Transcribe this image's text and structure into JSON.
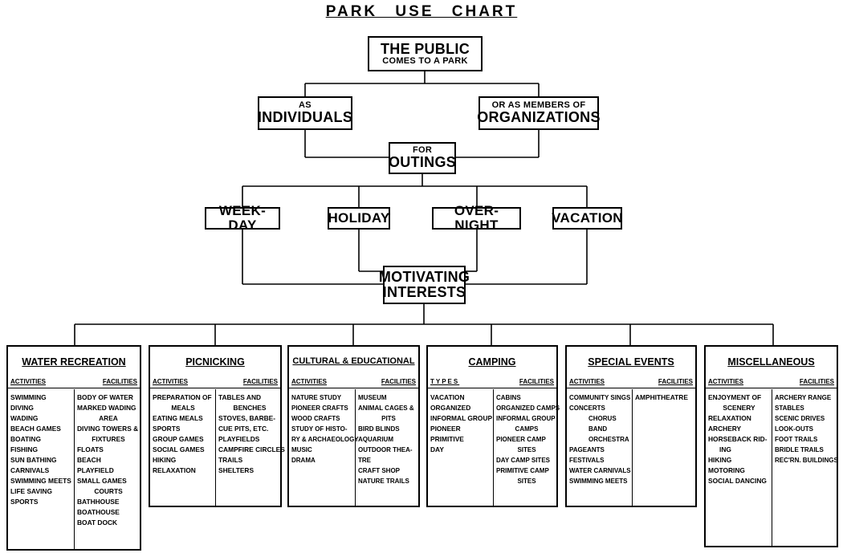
{
  "title": "PARK USE CHART",
  "nodes": {
    "public": {
      "line1": "THE PUBLIC",
      "line2": "COMES TO A PARK"
    },
    "individuals": {
      "line1": "AS",
      "line2": "INDIVIDUALS"
    },
    "organizations": {
      "line1": "OR AS MEMBERS OF",
      "line2": "ORGANIZATIONS"
    },
    "outings": {
      "line1": "FOR",
      "line2": "OUTINGS"
    },
    "weekday": {
      "label": "WEEK-DAY"
    },
    "holiday": {
      "label": "HOLIDAY"
    },
    "overnight": {
      "label": "OVER-NIGHT"
    },
    "vacation": {
      "label": "VACATION"
    },
    "motivating": {
      "line1": "MOTIVATING",
      "line2": "INTERESTS"
    }
  },
  "panels": [
    {
      "title": "WATER RECREATION",
      "left_header": "ACTIVITIES",
      "right_header": "FACILITIES",
      "left": [
        "SWIMMING",
        "DIVING",
        "WADING",
        "BEACH GAMES",
        "BOATING",
        "FISHING",
        "SUN BATHING",
        "CARNIVALS",
        "SWIMMING MEETS",
        "LIFE SAVING",
        "SPORTS"
      ],
      "right": [
        "BODY OF WATER",
        "MARKED WADING",
        "AREA",
        "DIVING TOWERS &",
        "FIXTURES",
        "FLOATS",
        "BEACH",
        "PLAYFIELD",
        "SMALL GAMES",
        "COURTS",
        "BATHHOUSE",
        "BOATHOUSE",
        "BOAT DOCK"
      ]
    },
    {
      "title": "PICNICKING",
      "left_header": "ACTIVITIES",
      "right_header": "FACILITIES",
      "left": [
        "PREPARATION OF",
        "MEALS",
        "EATING MEALS",
        "SPORTS",
        "GROUP GAMES",
        "SOCIAL GAMES",
        "HIKING",
        "RELAXATION"
      ],
      "right": [
        "TABLES AND",
        "BENCHES",
        "STOVES, BARBE-",
        "CUE PITS, ETC.",
        "PLAYFIELDS",
        "CAMPFIRE CIRCLES",
        "TRAILS",
        "SHELTERS"
      ]
    },
    {
      "title": "CULTURAL & EDUCATIONAL",
      "left_header": "ACTIVITIES",
      "right_header": "FACILITIES",
      "left": [
        "NATURE STUDY",
        "PIONEER CRAFTS",
        "WOOD CRAFTS",
        "STUDY OF HISTO-",
        "RY & ARCHAEOLOGY",
        "MUSIC",
        "DRAMA"
      ],
      "right": [
        "MUSEUM",
        "ANIMAL CAGES &",
        "PITS",
        "BIRD BLINDS",
        "AQUARIUM",
        "OUTDOOR THEA-",
        "TRE",
        "CRAFT SHOP",
        "NATURE TRAILS"
      ]
    },
    {
      "title": "CAMPING",
      "left_header": "TYPES",
      "right_header": "FACILITIES",
      "left": [
        "VACATION",
        "ORGANIZED",
        "INFORMAL GROUP",
        "PIONEER",
        "PRIMITIVE",
        "DAY"
      ],
      "right": [
        "CABINS",
        "ORGANIZED CAMPS",
        "INFORMAL GROUP",
        "CAMPS",
        "PIONEER CAMP",
        "SITES",
        "DAY CAMP SITES",
        "PRIMITIVE CAMP",
        "SITES"
      ]
    },
    {
      "title": "SPECIAL EVENTS",
      "left_header": "ACTIVITIES",
      "right_header": "FACILITIES",
      "left": [
        "COMMUNITY SINGS",
        "CONCERTS",
        "CHORUS",
        "BAND",
        "ORCHESTRA",
        "PAGEANTS",
        "FESTIVALS",
        "WATER CARNIVALS",
        "SWIMMING MEETS"
      ],
      "right": [
        "AMPHITHEATRE"
      ]
    },
    {
      "title": "MISCELLANEOUS",
      "left_header": "ACTIVITIES",
      "right_header": "FACILITIES",
      "left": [
        "ENJOYMENT OF",
        "SCENERY",
        "RELAXATION",
        "ARCHERY",
        "HORSEBACK RID-",
        "ING",
        "HIKING",
        "MOTORING",
        "SOCIAL DANCING"
      ],
      "right": [
        "ARCHERY RANGE",
        "STABLES",
        "SCENIC DRIVES",
        "LOOK-OUTS",
        "FOOT TRAILS",
        "BRIDLE TRAILS",
        "REC'RN. BUILDINGS"
      ]
    }
  ]
}
